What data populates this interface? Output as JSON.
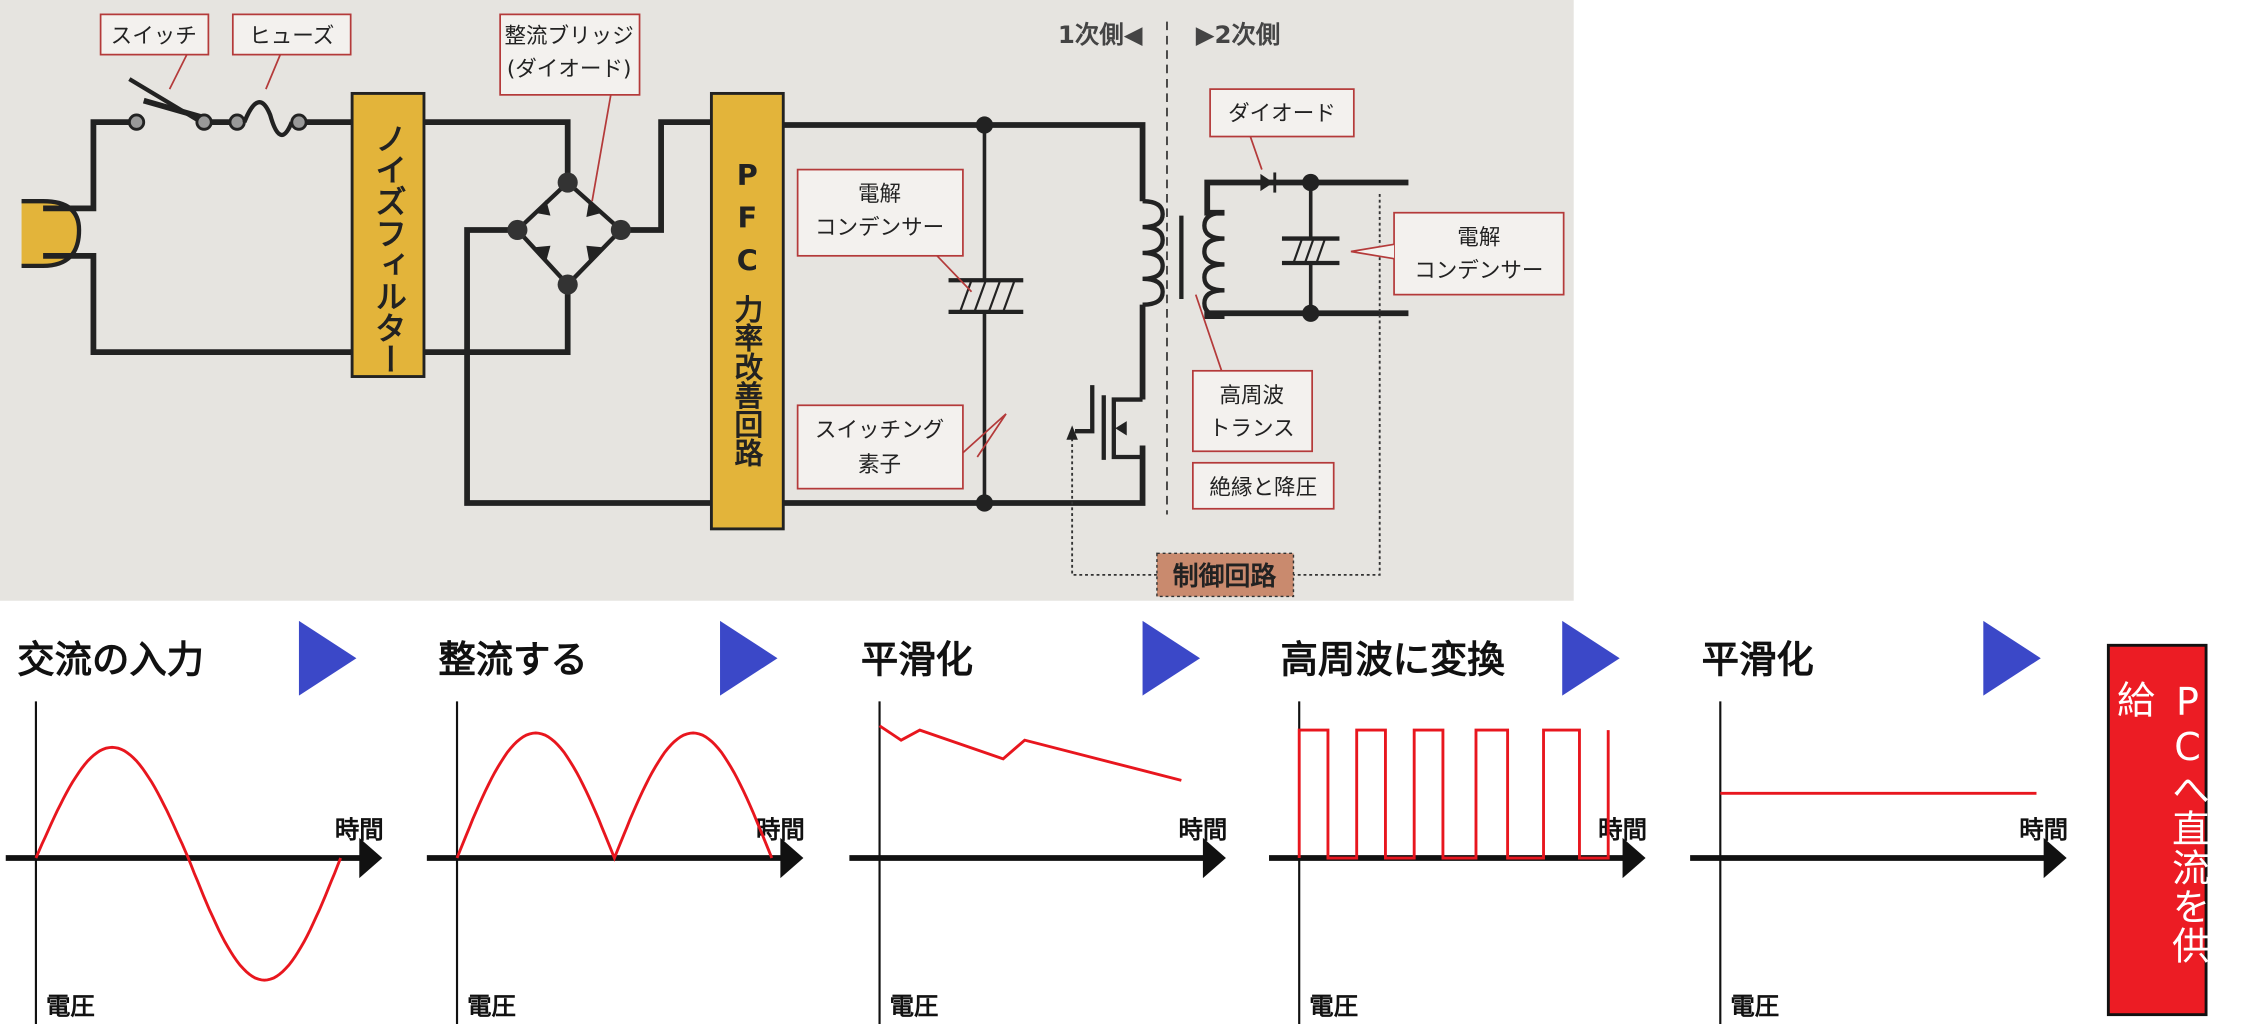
{
  "circuit": {
    "labels": {
      "switch": "スイッチ",
      "fuse": "ヒューズ",
      "bridge_line1": "整流ブリッジ",
      "bridge_line2": "(ダイオード)",
      "noise_filter": "ノイズフィルター",
      "pfc_abbr": "PFC",
      "pfc_name": "力率改善回路",
      "cap1_line1": "電解",
      "cap1_line2": "コンデンサー",
      "switching_line1": "スイッチング",
      "switching_line2": "素子",
      "primary": "1次側◀",
      "secondary": "▶2次側",
      "diode": "ダイオード",
      "cap2_line1": "電解",
      "cap2_line2": "コンデンサー",
      "transformer_line1": "高周波",
      "transformer_line2": "トランス",
      "isolation": "絶縁と降圧",
      "control": "制御回路"
    },
    "colors": {
      "block": "#e3b43a",
      "control": "#c98a6e",
      "callout": "#b43a3a",
      "background": "#e6e4e0"
    }
  },
  "stages": [
    {
      "title": "交流の入力",
      "x_label": "時間",
      "y_label": "電圧",
      "waveform": "sine"
    },
    {
      "title": "整流する",
      "x_label": "時間",
      "y_label": "電圧",
      "waveform": "full-wave-rectified"
    },
    {
      "title": "平滑化",
      "x_label": "時間",
      "y_label": "電圧",
      "waveform": "ripple"
    },
    {
      "title": "高周波に変換",
      "x_label": "時間",
      "y_label": "電圧",
      "waveform": "square"
    },
    {
      "title": "平滑化",
      "x_label": "時間",
      "y_label": "電圧",
      "waveform": "dc"
    }
  ],
  "output": {
    "label": "PCへ直流を供給",
    "color": "#ec1c24"
  },
  "colors": {
    "arrow": "#3b48c8",
    "wave": "#e8161e"
  }
}
